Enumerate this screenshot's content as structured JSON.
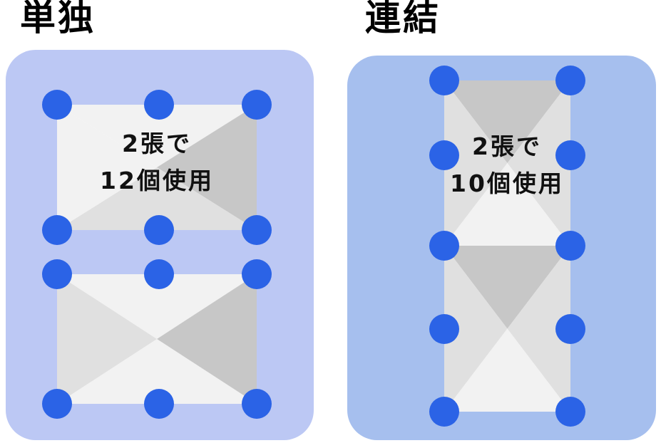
{
  "colors": {
    "dot_blue": "#2b63e6",
    "left_panel_bg": "#bcc8f4",
    "right_panel_bg": "#a6bfee",
    "title_color": "#000000",
    "caption_color": "#111111",
    "sheet_base": "#fbfbfb",
    "sheet_light": "#f2f2f2",
    "sheet_mid": "#e0e0e0",
    "sheet_dark": "#c7c7c7"
  },
  "left_section": {
    "title": "単独",
    "caption": {
      "line1": "2張で",
      "line2": "12個使用"
    },
    "sheet_count": 2,
    "anchor_dot_count": 12
  },
  "right_section": {
    "title": "連結",
    "caption": {
      "line1": "2張で",
      "line2": "10個使用"
    },
    "sheet_count": 2,
    "anchor_dot_count": 10
  }
}
